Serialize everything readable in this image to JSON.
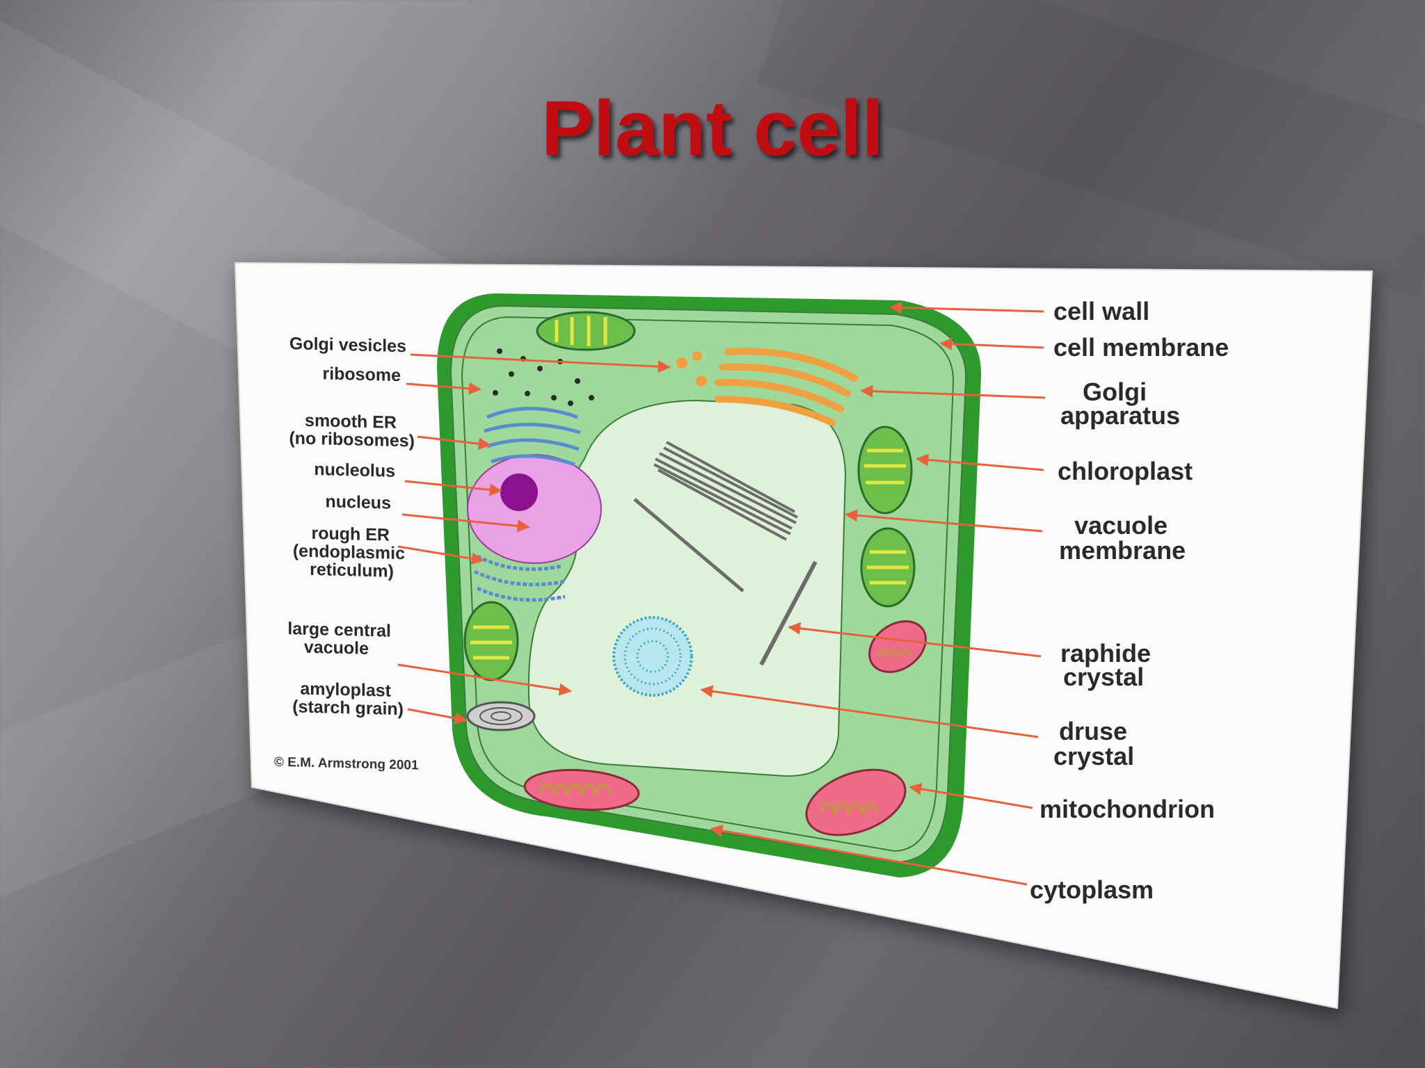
{
  "slide": {
    "title": "Plant cell"
  },
  "diagram": {
    "left_labels": {
      "golgi_vesicles": "Golgi vesicles",
      "ribosome": "ribosome",
      "smooth_er": [
        "smooth ER",
        "(no ribosomes)"
      ],
      "nucleolus": "nucleolus",
      "nucleus": "nucleus",
      "rough_er": [
        "rough ER",
        "(endoplasmic",
        "reticulum)"
      ],
      "large_central_vacuole": [
        "large central",
        "vacuole"
      ],
      "amyloplast": [
        "amyloplast",
        "(starch grain)"
      ]
    },
    "right_labels": {
      "cell_wall": "cell wall",
      "cell_membrane": "cell membrane",
      "golgi_apparatus": [
        "Golgi",
        "apparatus"
      ],
      "chloroplast": "chloroplast",
      "vacuole_membrane": [
        "vacuole",
        "membrane"
      ],
      "raphide_crystal": [
        "raphide",
        "crystal"
      ],
      "druse_crystal": [
        "druse",
        "crystal"
      ],
      "mitochondrion": "mitochondrion",
      "cytoplasm": "cytoplasm"
    },
    "credit": "© E.M. Armstrong 2001",
    "colors": {
      "title": "#c00d12",
      "cell_wall": "#2e9a2e",
      "cytoplasm": "#9ed89a",
      "vacuole": "#dff2d9",
      "arrow": "#e8603c",
      "golgi": "#f0a040",
      "nucleus": "#e9a2e6",
      "nucleolus": "#8a1290",
      "mitochondrion": "#f06a8a"
    }
  }
}
